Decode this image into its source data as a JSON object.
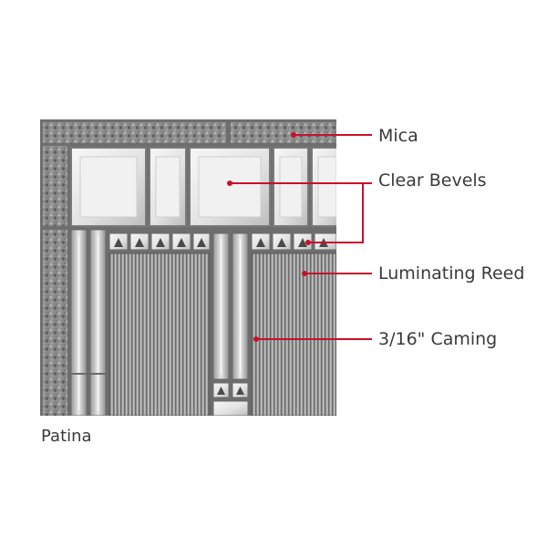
{
  "callouts": [
    {
      "id": "mica",
      "label": "Mica"
    },
    {
      "id": "clear-bevels",
      "label": "Clear Bevels"
    },
    {
      "id": "luminating-reed",
      "label": "Luminating Reed"
    },
    {
      "id": "caming",
      "label": "3/16\" Caming"
    }
  ],
  "caption": "Patina",
  "colors": {
    "callout_line": "#c8102e",
    "label_text": "#3a3a3a",
    "caming": "#6e6e6e",
    "mica": "#8a8a8a",
    "reed": "#9a9a9a",
    "bevel": "#e6e6e6"
  }
}
